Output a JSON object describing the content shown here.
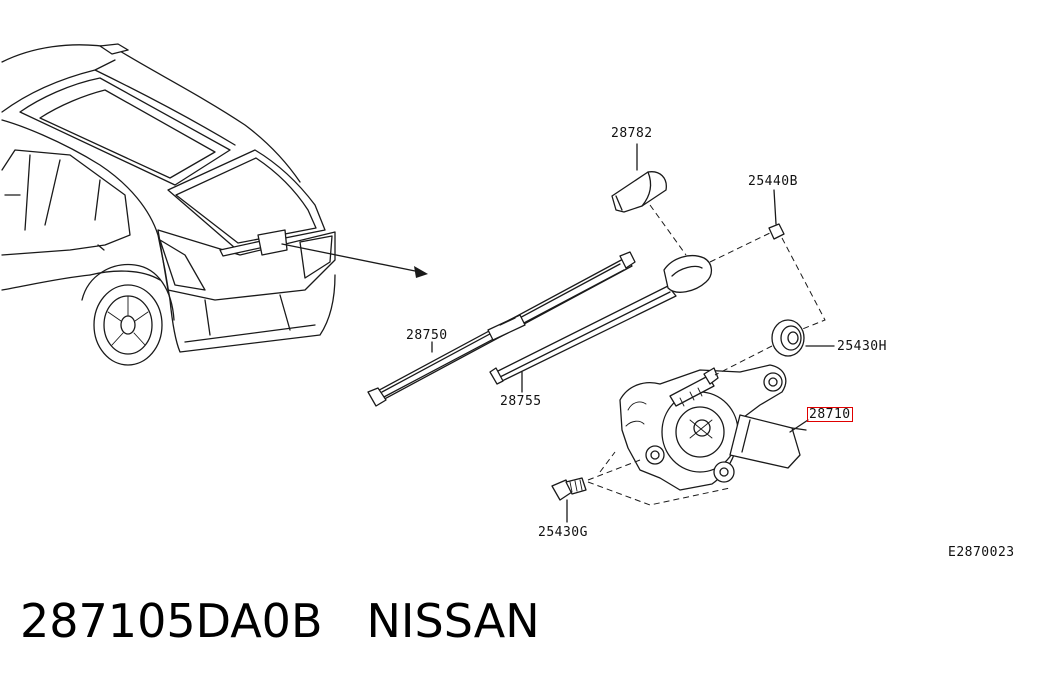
{
  "callouts": {
    "c28782": "28782",
    "c25440B": "25440B",
    "c28750": "28750",
    "c25430H": "25430H",
    "c28755": "28755",
    "c28710": "28710",
    "c25430G": "25430G"
  },
  "highlight_color": "#e00000",
  "diagram_code": "E2870023",
  "caption": {
    "part_number": "287105DA0B",
    "brand": "NISSAN"
  }
}
